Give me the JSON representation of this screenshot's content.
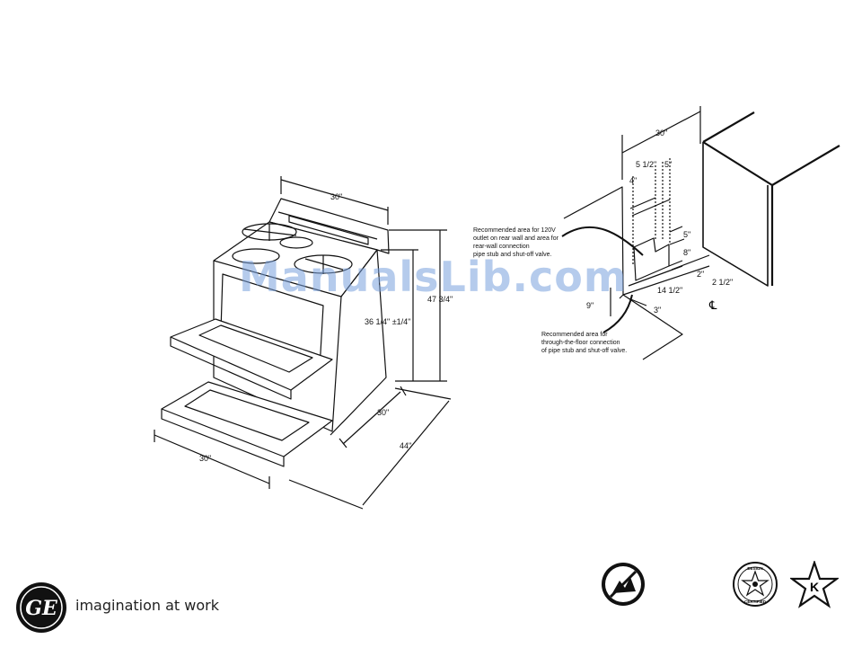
{
  "range_drawing": {
    "width_top": "30\"",
    "height_total": "47 3/4\"",
    "height_cooktop": "36 1/4\" ±1/4\"",
    "depth": "30\"",
    "depth_open": "44\"",
    "width_front": "30\""
  },
  "installation_drawing": {
    "width": "30\"",
    "dim_5_half": "5 1/2\"",
    "dim_5_top": "5\"",
    "dim_4": "4\"",
    "dim_5_side": "5\"",
    "dim_8": "8\"",
    "dim_2": "2\"",
    "dim_2_half": "2 1/2\"",
    "dim_14_half": "14 1/2\"",
    "dim_9": "9\"",
    "dim_3": "3\"",
    "centerline": "℄",
    "note_wall": [
      "Recommended area for 120V",
      "outlet on rear wall and area for",
      "rear-wall connection",
      "pipe stub and shut-off valve."
    ],
    "note_floor": [
      "Recommended area for",
      "through-the-floor connection",
      "of pipe stub and shut-off valve."
    ]
  },
  "watermark": "ManualsLib.com",
  "footer": {
    "brand_logo_text": "GE",
    "tagline": "imagination at work",
    "badge_design_top": "DESIGN",
    "badge_design_bottom": "CERTIFIED",
    "badge_k": "K"
  }
}
